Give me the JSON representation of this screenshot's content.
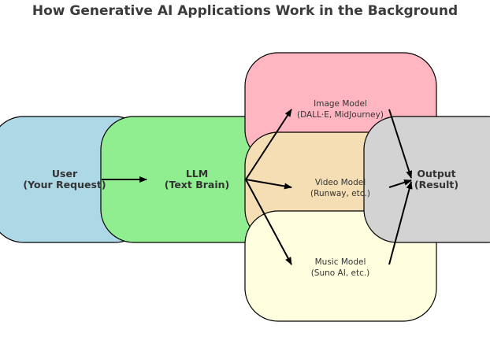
{
  "title": "How Generative AI Applications Work in the Background",
  "nodes": {
    "user": {
      "line1": "User",
      "line2": "(Your Request)",
      "color": "#add8e6"
    },
    "llm": {
      "line1": "LLM",
      "line2": "(Text Brain)",
      "color": "#90ee90"
    },
    "image": {
      "line1": "Image Model",
      "line2": "(DALL·E, MidJourney)",
      "color": "#ffb6c1"
    },
    "video": {
      "line1": "Video Model",
      "line2": "(Runway, etc.)",
      "color": "#f5deb3"
    },
    "music": {
      "line1": "Music Model",
      "line2": "(Suno AI, etc.)",
      "color": "#ffffe0"
    },
    "output": {
      "line1": "Output",
      "line2": "(Result)",
      "color": "#d3d3d3"
    }
  },
  "edges": [
    [
      "user",
      "llm"
    ],
    [
      "llm",
      "image"
    ],
    [
      "llm",
      "video"
    ],
    [
      "llm",
      "music"
    ],
    [
      "image",
      "output"
    ],
    [
      "video",
      "output"
    ],
    [
      "music",
      "output"
    ]
  ]
}
